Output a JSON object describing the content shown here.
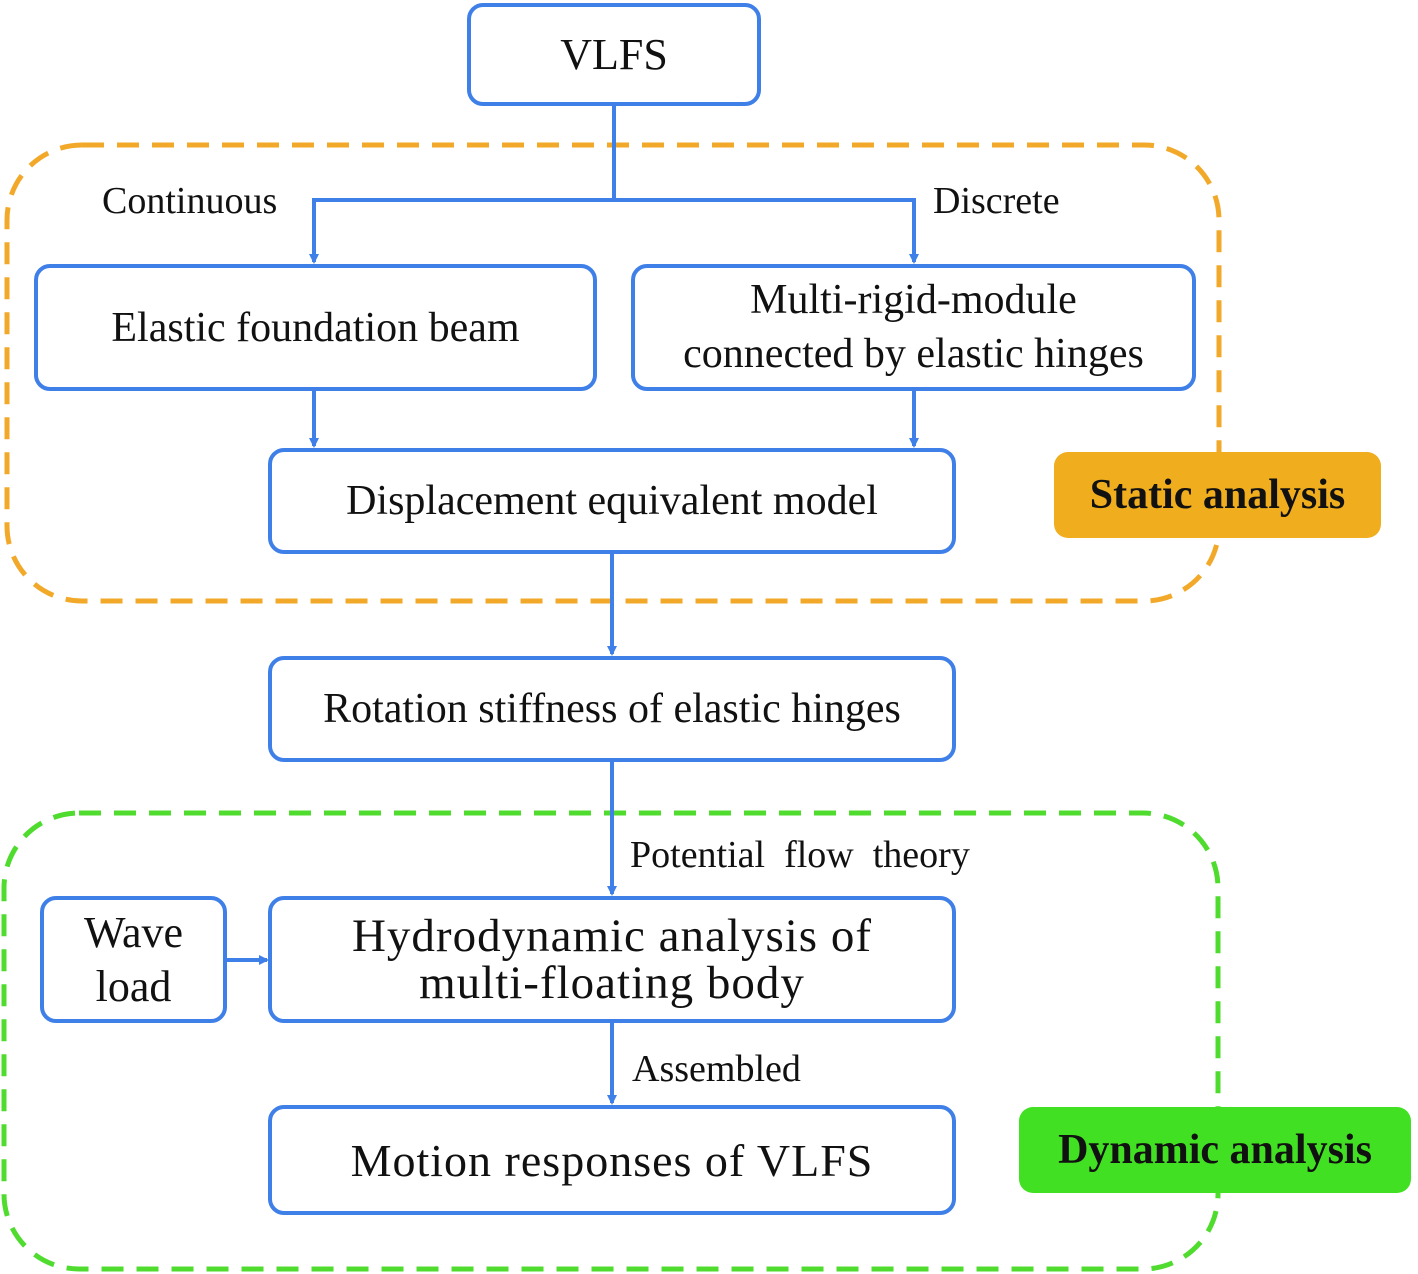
{
  "nodes": {
    "vlfs": "VLFS",
    "elastic_beam": "Elastic foundation beam",
    "multi_rigid_line1": "Multi-rigid-module",
    "multi_rigid_line2": "connected by elastic hinges",
    "displacement": "Displacement equivalent model",
    "rotation": "Rotation stiffness of elastic hinges",
    "wave_line1": "Wave",
    "wave_line2": "load",
    "hydro_line1": "Hydrodynamic analysis of",
    "hydro_line2": "multi-floating body",
    "motion": "Motion responses of VLFS"
  },
  "edge_labels": {
    "continuous": "Continuous",
    "discrete": "Discrete",
    "potential": "Potential  flow  theory",
    "assembled": "Assembled"
  },
  "groups": {
    "static": "Static analysis",
    "dynamic": "Dynamic analysis"
  },
  "colors": {
    "box_border": "#3f7fe8",
    "arrow": "#3f7fe8",
    "static_group": "#f2a92a",
    "static_tag": "#f0ad1e",
    "dynamic_group": "#4fdc2e",
    "dynamic_tag": "#42e022"
  }
}
